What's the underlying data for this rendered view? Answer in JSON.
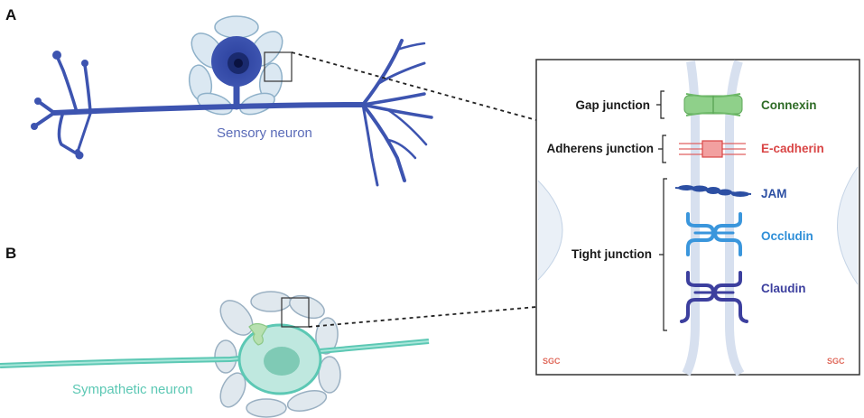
{
  "panels": {
    "a": "A",
    "b": "B"
  },
  "neurons": {
    "sensory": {
      "label": "Sensory neuron",
      "color": "#3d54b0"
    },
    "sympathetic": {
      "label": "Sympathetic neuron",
      "color": "#5cc8b4"
    }
  },
  "junctions": {
    "gap": "Gap junction",
    "adherens": "Adherens junction",
    "tight": "Tight junction"
  },
  "proteins": {
    "connexin": {
      "label": "Connexin",
      "color": "#2e6b26"
    },
    "ecadherin": {
      "label": "E-cadherin",
      "color": "#d94545"
    },
    "jam": {
      "label": "JAM",
      "color": "#2c4fa3"
    },
    "occludin": {
      "label": "Occludin",
      "color": "#2f8fd8"
    },
    "claudin": {
      "label": "Claudin",
      "color": "#3c3f9e"
    }
  },
  "sgc": {
    "left": "SGC",
    "right": "SGC",
    "color": "#e06a5c"
  }
}
